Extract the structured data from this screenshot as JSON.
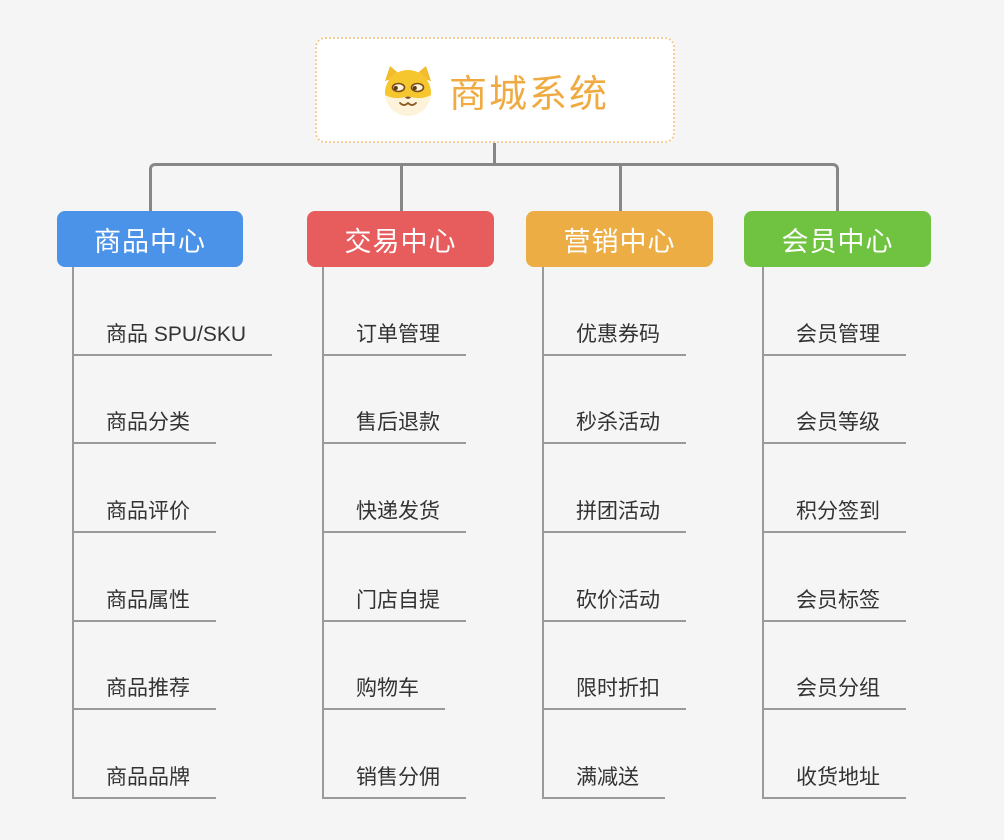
{
  "page": {
    "background": "#f5f5f6",
    "connector_color": "#878787",
    "leaf_line_color": "#9a9a9a"
  },
  "root": {
    "title": "商城系统",
    "icon": "dog-face-icon",
    "title_color": "#efab41",
    "border_color": "#f3cd93"
  },
  "branches": [
    {
      "label": "商品中心",
      "color": "#4b92e9",
      "items": [
        "商品 SPU/SKU",
        "商品分类",
        "商品评价",
        "商品属性",
        "商品推荐",
        "商品品牌"
      ]
    },
    {
      "label": "交易中心",
      "color": "#e75c5c",
      "items": [
        "订单管理",
        "售后退款",
        "快递发货",
        "门店自提",
        "购物车",
        "销售分佣"
      ]
    },
    {
      "label": "营销中心",
      "color": "#ecae44",
      "items": [
        "优惠券码",
        "秒杀活动",
        "拼团活动",
        "砍价活动",
        "限时折扣",
        "满减送"
      ]
    },
    {
      "label": "会员中心",
      "color": "#6fc340",
      "items": [
        "会员管理",
        "会员等级",
        "积分签到",
        "会员标签",
        "会员分组",
        "收货地址"
      ]
    }
  ]
}
